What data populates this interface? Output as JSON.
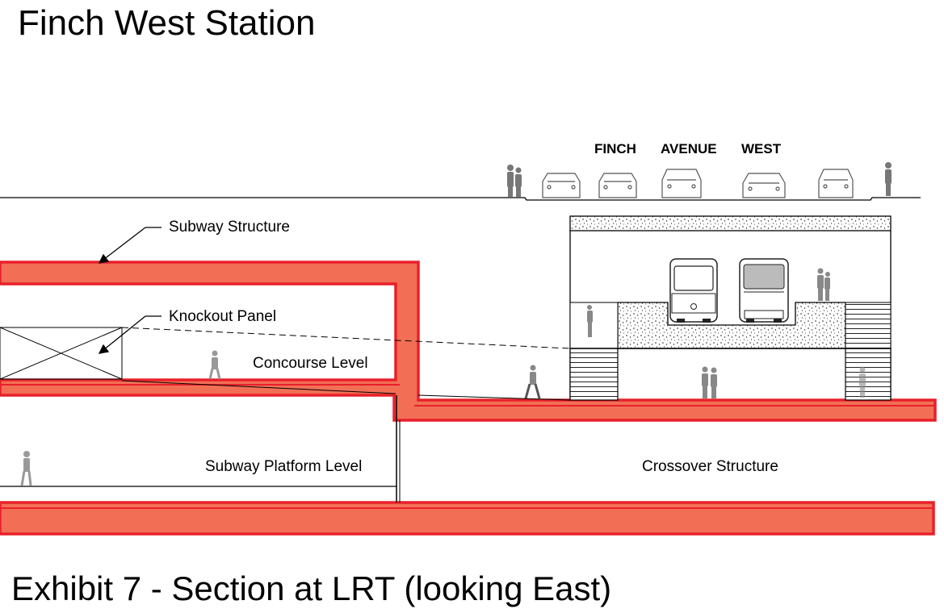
{
  "title": "Finch West Station",
  "caption": "Exhibit 7 - Section at LRT (looking East)",
  "street_label": {
    "word1": "FINCH",
    "word2": "AVENUE",
    "word3": "WEST"
  },
  "labels": {
    "subway_structure": "Subway Structure",
    "knockout_panel": "Knockout Panel",
    "concourse_level": "Concourse Level",
    "subway_platform_level": "Subway Platform Level",
    "crossover_structure": "Crossover Structure"
  },
  "colors": {
    "structure_fill": "#f26f55",
    "structure_outline": "#e8202a",
    "line": "#000000",
    "figure": "#777777"
  }
}
